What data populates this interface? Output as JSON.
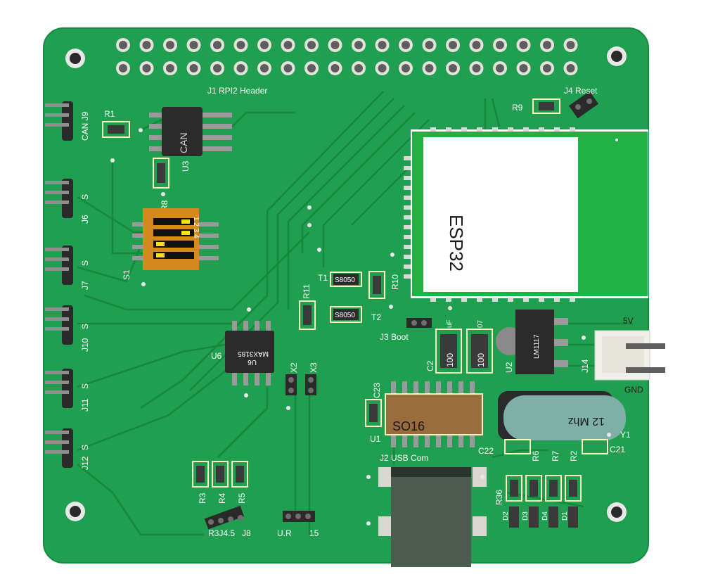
{
  "board": {
    "colors": {
      "pcb": "#1f9f4f",
      "pcb_edge": "#178a42",
      "trace": "#178a40",
      "silk": "#ffffff",
      "esp_module": "#21b043",
      "pin": "#6e6e6e",
      "ic_body": "#2b2b2b",
      "crystal": "#7fb0a8"
    }
  },
  "labels": {
    "header_j1": "J1 RPI2 Header",
    "reset_j4": "J4 Reset",
    "r9": "R9",
    "can_j9": "CAN J9",
    "r1": "R1",
    "u3": "U3",
    "u3_body": "CAN",
    "r8": "R8",
    "j6": "J6",
    "j6_s": "S",
    "j7": "J7",
    "j7_s": "S",
    "s1": "S1",
    "s1_digits": "1 2 3 4",
    "esp32": "ESP32",
    "r10": "R10",
    "t1": "T1",
    "t2": "T2",
    "t1_body": "S8050",
    "t2_body": "S8050",
    "r11": "R11",
    "j3": "J3 Boot",
    "c2": "C2",
    "c2_val": "100",
    "c_extra": "100",
    "cap_mark_1": "uF",
    "cap_mark_2": "07",
    "u2": "U2",
    "u2_body": "LM1117",
    "j14": "J14",
    "v5": "5V",
    "gnd": "GND",
    "j10": "J10",
    "j10_s": "S",
    "u6": "U6",
    "u6_body": "MAX3185",
    "u6_sub": "U6",
    "x2": "X2",
    "x3": "X3",
    "j11": "J11",
    "j11_s": "S",
    "c23": "C23",
    "u1": "U1",
    "u1_body": "SO16",
    "crystal": "12 Mhz",
    "y1": "Y1",
    "c22": "C22",
    "c21": "C21",
    "r6": "R6",
    "r7": "R7",
    "r2": "R2",
    "j12": "J12",
    "j12_s": "S",
    "j2": "J2 USB Com",
    "r3": "R3",
    "r4": "R4",
    "r5": "R5",
    "j8": "J8",
    "j8_left": "R3J4.5",
    "j15_left": "U.R",
    "j15_right": "15",
    "r36": "R36",
    "d2": "D2",
    "d3": "D3",
    "d4": "D4",
    "d1": "D1"
  }
}
